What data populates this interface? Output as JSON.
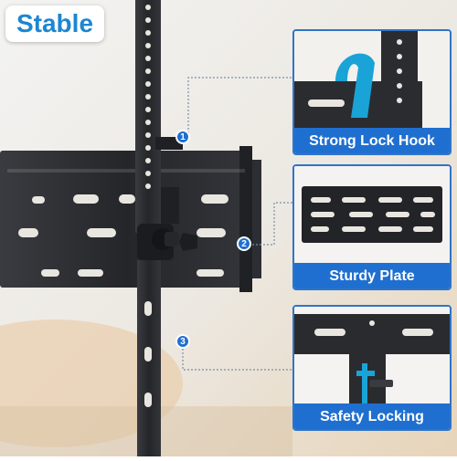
{
  "title": "Stable",
  "callouts": [
    {
      "number": "1",
      "label": "Strong Lock Hook"
    },
    {
      "number": "2",
      "label": "Sturdy Plate"
    },
    {
      "number": "3",
      "label": "Safety Locking"
    }
  ],
  "colors": {
    "accent": "#1f6fd0",
    "title_text": "#1c86d1",
    "hook": "#1aa3d6",
    "bracket": "#2b2c30"
  }
}
